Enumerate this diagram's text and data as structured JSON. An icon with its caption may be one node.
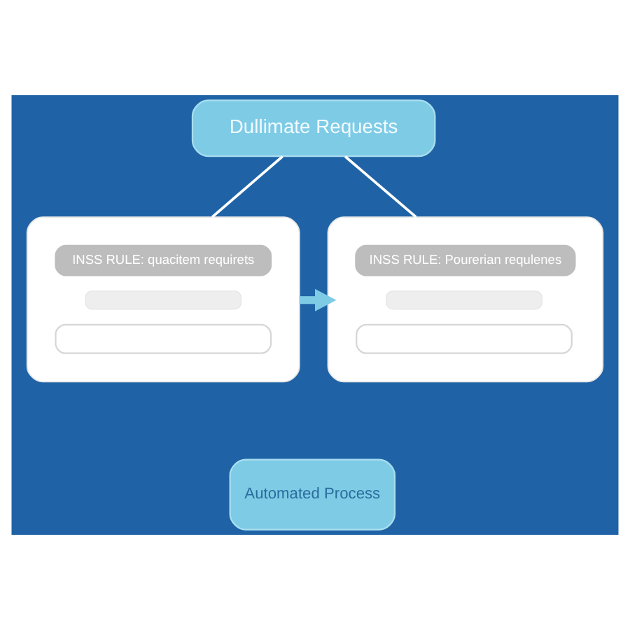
{
  "diagram": {
    "nodes": [
      {
        "text": [
          "Dullimate Requests"
        ]
      },
      {
        "text": [],
        "shape": "box"
      },
      {
        "text": [
          "INSS RULE: quacitem requirets"
        ],
        "in": 1
      },
      {
        "text": [],
        "shape": "bar",
        "in": 1
      },
      {
        "text": [],
        "shape": "box",
        "in": 1
      },
      {
        "text": [],
        "shape": "box"
      },
      {
        "text": [
          "INSS RULE: Pourerian requlenes"
        ],
        "in": 5
      },
      {
        "text": [],
        "shape": "bar",
        "in": 5
      },
      {
        "text": [],
        "shape": "box",
        "in": 5
      },
      {
        "text": [
          "Automated Process"
        ]
      }
    ],
    "edges": [
      {
        "from": 0,
        "to": 1,
        "arrow": "none"
      },
      {
        "from": 0,
        "to": 5,
        "arrow": "none"
      },
      {
        "from": 1,
        "to": 5,
        "arrow": "to",
        "style": "thick",
        "color": "#7ecbe6"
      }
    ]
  }
}
